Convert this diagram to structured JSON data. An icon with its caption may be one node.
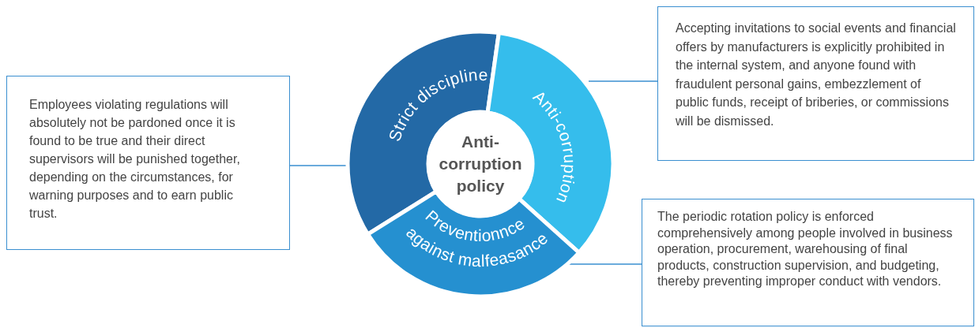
{
  "diagram": {
    "nodes": [
      {
        "text": [
          "Anti-corruption policy"
        ]
      },
      {
        "text": [
          "Strict discipline"
        ]
      },
      {
        "text": [
          "Anti-corruption"
        ]
      },
      {
        "text": [
          "Preventionnce against malfeasance"
        ]
      },
      {
        "text": [
          "Employees violating regulations will absolutely not be pardoned once it is found to be true and their direct supervisors will be punished together, depending on the circumstances, for warning purposes and to earn public trust."
        ]
      },
      {
        "text": [
          "Accepting invitations to social events and financial offers by manufacturers is explicitly prohibited in the internal system, and anyone found with fraudulent personal gains, embezzlement of public funds, receipt of briberies, or commissions will be dismissed."
        ]
      },
      {
        "text": [
          "The periodic rotation policy is enforced comprehensively among people involved in business operation, procurement, warehousing of final products, construction supervision, and budgeting, thereby preventing improper conduct with vendors."
        ]
      }
    ],
    "edges": [
      {
        "from": 1,
        "to": 4,
        "arrow": "none"
      },
      {
        "from": 2,
        "to": 5,
        "arrow": "none"
      },
      {
        "from": 3,
        "to": 6,
        "arrow": "none"
      }
    ]
  }
}
